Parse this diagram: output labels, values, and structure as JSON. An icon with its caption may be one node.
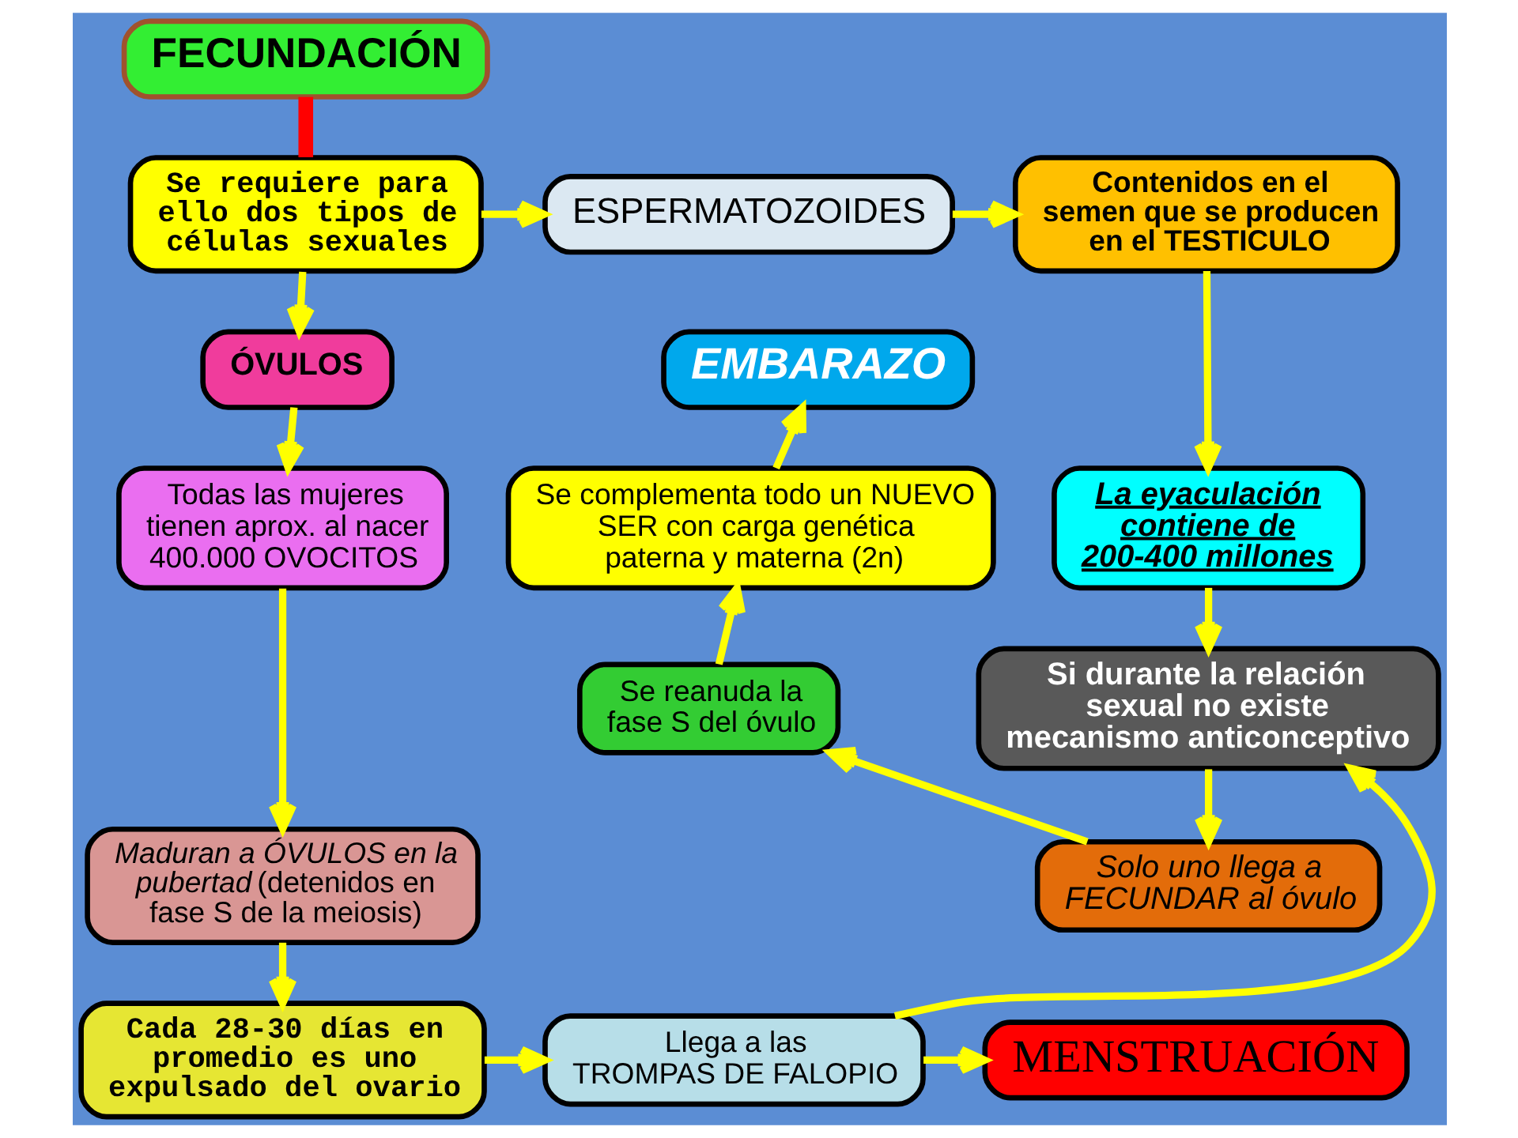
{
  "diagram": {
    "nodes": [
      {
        "text": [
          "FECUNDACIÓN"
        ]
      },
      {
        "text": [
          "Se requiere para ello dos tipos de células sexuales"
        ]
      },
      {
        "text": [
          "ESPERMATOZOIDES"
        ]
      },
      {
        "text": [
          "Contenidos en el semen que se producen en el TESTICULO"
        ]
      },
      {
        "text": [
          "EMBARAZO"
        ]
      },
      {
        "text": [
          "ÓVULOS"
        ]
      },
      {
        "text": [
          "La eyaculación contiene de 200-400 millones"
        ]
      },
      {
        "text": [
          "Se complementa todo un NUEVO SER con carga genética paterna y materna (2n)"
        ]
      },
      {
        "text": [
          "Todas las mujeres tienen aprox. al nacer 400.000 OVOCITOS"
        ]
      },
      {
        "text": [
          "Se reanuda la fase S del óvulo"
        ]
      },
      {
        "text": [
          "Si durante la relación sexual no existe mecanismo anticonceptivo"
        ]
      },
      {
        "text": [
          "*Maduran a ÓVULOS en la pubertad* (detenidos en fase S de la meiosis)"
        ]
      },
      {
        "text": [
          "Solo uno llega a FECUNDAR al óvulo"
        ]
      },
      {
        "text": [
          "Cada 28-30 días en promedio es uno expulsado del ovario"
        ]
      },
      {
        "text": [
          "Llega a las TROMPAS DE FALOPIO"
        ]
      },
      {
        "text": [
          "MENSTRUACIÓN"
        ]
      }
    ],
    "edges": [
      {
        "from": 0,
        "to": 1,
        "arrow": "none",
        "style": "thick",
        "color": "#ff0000"
      },
      {
        "from": 1,
        "to": 2,
        "arrow": "to"
      },
      {
        "from": 2,
        "to": 3,
        "arrow": "to"
      },
      {
        "from": 3,
        "to": 6,
        "arrow": "to"
      },
      {
        "from": 6,
        "to": 10,
        "arrow": "to"
      },
      {
        "from": 1,
        "to": 5,
        "arrow": "to"
      },
      {
        "from": 5,
        "to": 8,
        "arrow": "to"
      },
      {
        "from": 8,
        "to": 11,
        "arrow": "to"
      },
      {
        "from": 11,
        "to": 13,
        "arrow": "to"
      },
      {
        "from": 13,
        "to": 14,
        "arrow": "to"
      },
      {
        "from": 14,
        "to": 15,
        "arrow": "to"
      },
      {
        "from": 14,
        "to": 10,
        "arrow": "to"
      },
      {
        "from": 10,
        "to": 12,
        "arrow": "to"
      },
      {
        "from": 12,
        "to": 9,
        "arrow": "to"
      },
      {
        "from": 9,
        "to": 7,
        "arrow": "to"
      },
      {
        "from": 7,
        "to": 4,
        "arrow": "to"
      }
    ]
  }
}
